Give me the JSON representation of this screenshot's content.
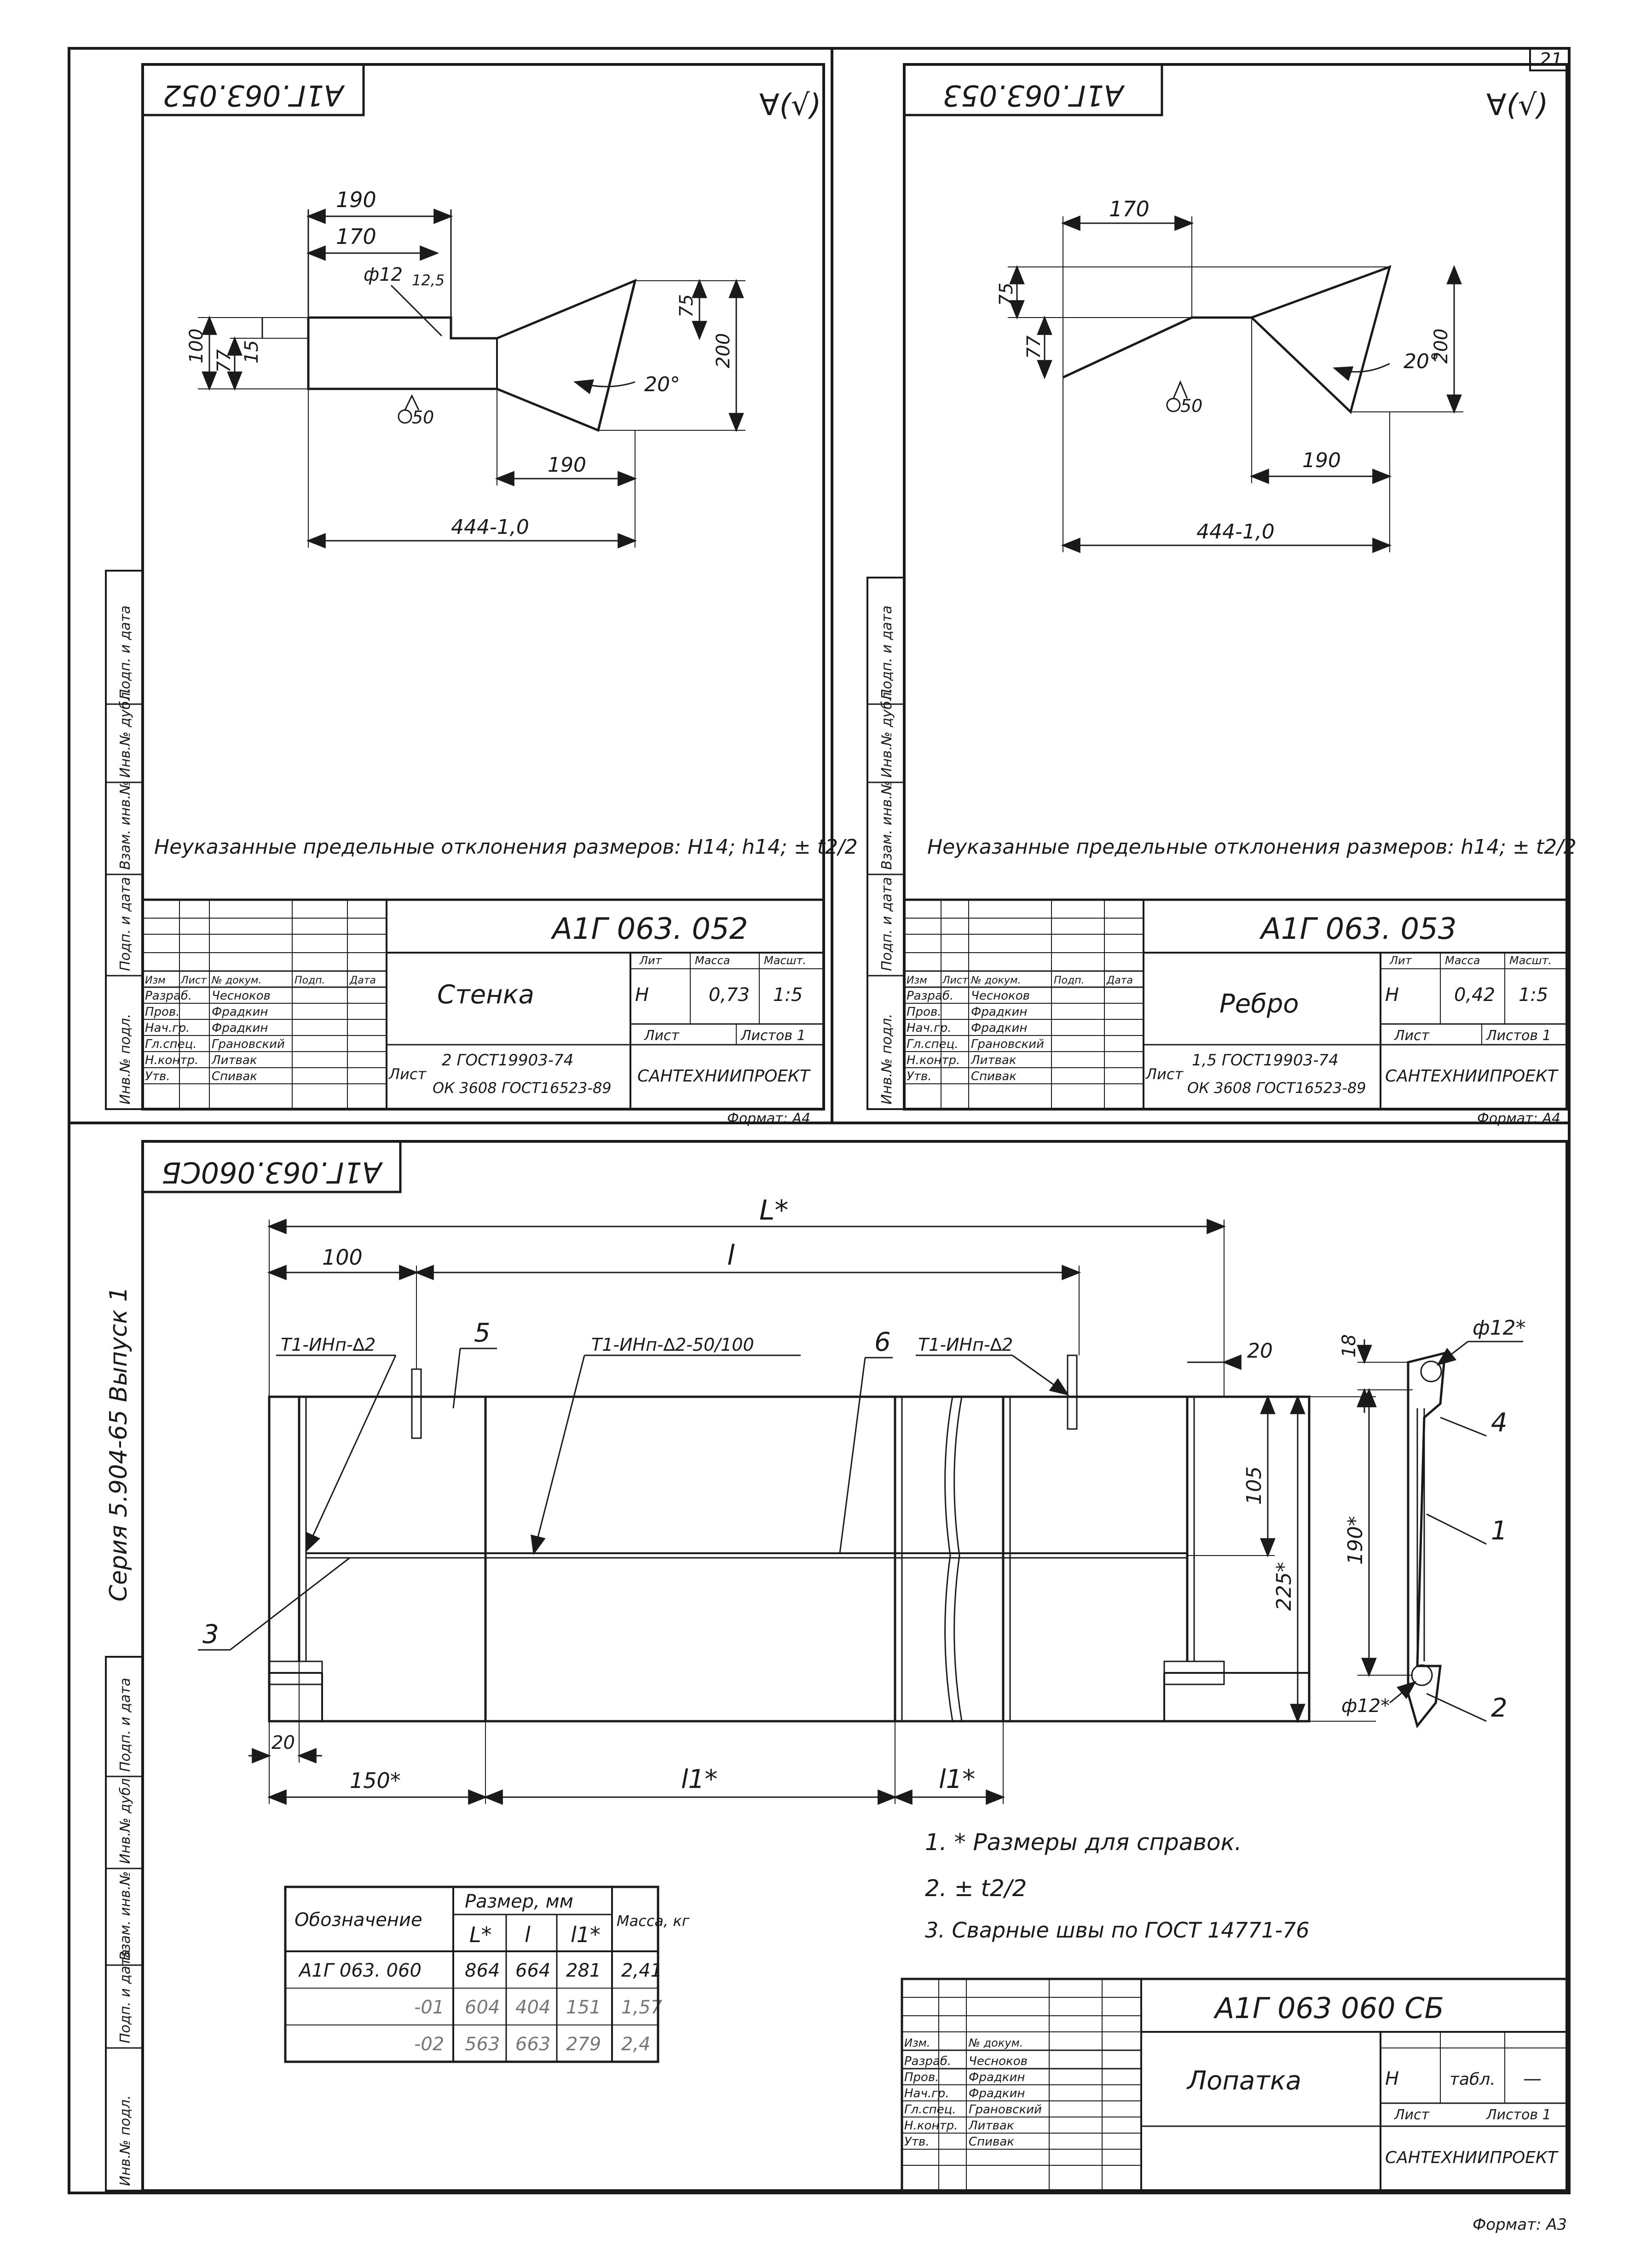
{
  "page_number": "21",
  "sheet_052": {
    "stamp": "А1Г.063.052",
    "roughness": "∀(√)",
    "dims": {
      "d190_top": "190",
      "d170": "170",
      "d_phi12": "ф12",
      "d12_5": "12,5",
      "d100": "100",
      "d77": "77",
      "d15": "15",
      "d75": "75",
      "d200": "200",
      "d20deg": "20°",
      "d50": "50",
      "d190_bottom": "190",
      "d444": "444-1,0"
    },
    "note": "Неуказанные предельные отклонения размеров: H14; h14; ± t2/2",
    "title_block": {
      "designation": "А1Г 063. 052",
      "name": "Стенка",
      "col_lit": "Лит",
      "col_mass": "Масса",
      "col_scale": "Масшт.",
      "lit": "Н",
      "mass": "0,73",
      "scale": "1:5",
      "sheet_label": "Лист",
      "sheets_label": "Листов 1",
      "material_sheet": "Лист",
      "material_top": "2 ГОСТ19903-74",
      "material_bottom": "ОК 3608 ГОСТ16523-89",
      "org": "САНТЕХНИИПРОЕКТ",
      "format": "Формат: А4",
      "hdr": [
        "Изм",
        "Лист",
        "№ докум.",
        "Подп.",
        "Дата"
      ],
      "people": [
        [
          "Разраб.",
          "Чесноков"
        ],
        [
          "Пров.",
          "Фрадкин"
        ],
        [
          "Нач.гр.",
          "Фрадкин"
        ],
        [
          "Гл.спец.",
          "Грановский"
        ],
        [
          "Н.контр.",
          "Литвак"
        ],
        [
          "Утв.",
          "Спивак"
        ]
      ]
    },
    "side_labels": [
      "Инв.№ подл.",
      "Подп. и дата",
      "Взам. инв.№",
      "Инв.№ дубл.",
      "Подп. и дата"
    ]
  },
  "sheet_053": {
    "stamp": "А1Г.063.053",
    "roughness": "∀(√)",
    "dims": {
      "d170": "170",
      "d75": "75",
      "d77": "77",
      "d200": "200",
      "d20deg": "20°",
      "d50": "50",
      "d190": "190",
      "d444": "444-1,0"
    },
    "note": "Неуказанные предельные отклонения размеров: h14; ± t2/2",
    "title_block": {
      "designation": "А1Г 063. 053",
      "name": "Ребро",
      "col_lit": "Лит",
      "col_mass": "Масса",
      "col_scale": "Масшт.",
      "lit": "Н",
      "mass": "0,42",
      "scale": "1:5",
      "sheet_label": "Лист",
      "sheets_label": "Листов 1",
      "material_sheet": "Лист",
      "material_top": "1,5 ГОСТ19903-74",
      "material_bottom": "ОК 3608 ГОСТ16523-89",
      "org": "САНТЕХНИИПРОЕКТ",
      "format": "Формат: А4",
      "hdr": [
        "Изм",
        "Лист",
        "№ докум.",
        "Подп.",
        "Дата"
      ],
      "people": [
        [
          "Разраб.",
          "Чесноков"
        ],
        [
          "Пров.",
          "Фрадкин"
        ],
        [
          "Нач.гр.",
          "Фрадкин"
        ],
        [
          "Гл.спец.",
          "Грановский"
        ],
        [
          "Н.контр.",
          "Литвак"
        ],
        [
          "Утв.",
          "Спивак"
        ]
      ]
    },
    "side_labels": [
      "Инв.№ подл.",
      "Подп. и дата",
      "Взам. инв.№",
      "Инв.№ дубл.",
      "Подп. и дата"
    ]
  },
  "sheet_060": {
    "stamp": "А1Г.063.060СБ",
    "series": "Серия 5.904-65  Выпуск 1",
    "dims": {
      "L": "L*",
      "l": "l",
      "d100": "100",
      "d20_top": "20",
      "d105": "105",
      "d225": "225*",
      "d20_bottom": "20",
      "d150": "150*",
      "l1_a": "l1*",
      "l1_b": "l1*",
      "d18": "18",
      "d190": "190*",
      "phi12_top": "ф12*",
      "phi12_bottom": "ф12*"
    },
    "weld_labels": [
      "Т1-ИНп-∆2",
      "Т1-ИНп-∆2-50/100",
      "Т1-ИНп-∆2"
    ],
    "balloons": [
      "1",
      "2",
      "3",
      "4",
      "5",
      "6"
    ],
    "notes": [
      "1. * Размеры для справок.",
      "2. ± t2/2",
      "3. Сварные швы по ГОСТ 14771-76"
    ],
    "table": {
      "col_designation": "Обозначение",
      "col_size": "Размер, мм",
      "col_mass": "Масса, кг",
      "sub_cols": [
        "L*",
        "l",
        "l1*"
      ],
      "rows": [
        [
          "А1Г 063. 060",
          "864",
          "664",
          "281",
          "2,41"
        ],
        [
          "-01",
          "604",
          "404",
          "151",
          "1,57"
        ],
        [
          "-02",
          "563",
          "663",
          "279",
          "2,4"
        ]
      ]
    },
    "title_block": {
      "designation": "А1Г 063 060 СБ",
      "name": "Лопатка",
      "lit": "Н",
      "mass_label": "табл.",
      "scale": "—",
      "sheet_label": "Лист",
      "sheets_label": "Листов 1",
      "org": "САНТЕХНИИПРОЕКТ",
      "format": "Формат: А3",
      "people": [
        [
          "Изм.",
          "№ докум."
        ],
        [
          "Разраб.",
          "Чесноков"
        ],
        [
          "Пров.",
          "Фрадкин"
        ],
        [
          "Нач.гр.",
          "Фрадкин"
        ],
        [
          "Гл.спец.",
          "Грановский"
        ],
        [
          "Н.контр.",
          "Литвак"
        ],
        [
          "Утв.",
          "Спивак"
        ]
      ]
    },
    "side_labels": [
      "Инв.№ подл.",
      "Подп. и дата",
      "Взам. инв.№",
      "Инв.№ дубл.",
      "Подп. и дата"
    ]
  }
}
